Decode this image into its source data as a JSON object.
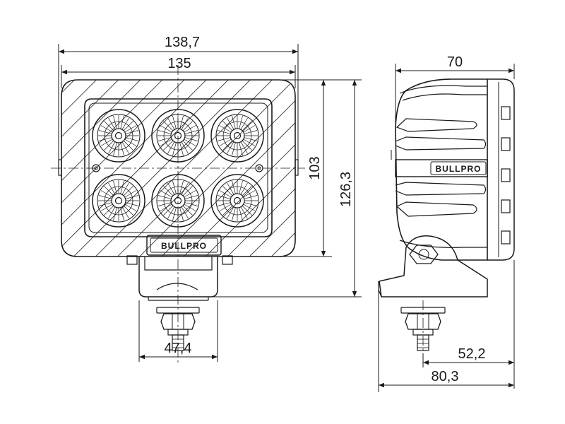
{
  "drawing": {
    "brand": "BULLPRO",
    "dimensions": {
      "overall_width": "138,7",
      "housing_width": "135",
      "housing_height": "103",
      "total_height": "126,3",
      "depth": "70",
      "bracket_width": "47,4",
      "base_offset": "52,2",
      "base_depth": "80,3"
    },
    "led_count": 6
  }
}
